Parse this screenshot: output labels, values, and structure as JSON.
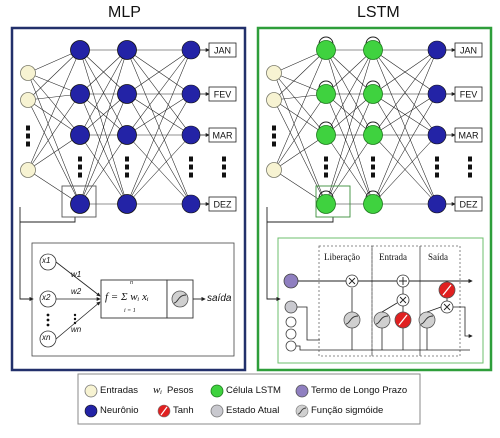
{
  "panels": {
    "mlp": {
      "title": "MLP",
      "outputs": [
        "JAN",
        "FEV",
        "MAR",
        "DEZ"
      ]
    },
    "lstm": {
      "title": "LSTM",
      "outputs": [
        "JAN",
        "FEV",
        "MAR",
        "DEZ"
      ]
    }
  },
  "mlp_neuron": {
    "inputs": [
      "x1",
      "x2",
      "xn"
    ],
    "weights": [
      "w1",
      "w2",
      "wn"
    ],
    "formula": "f = Σ wᵢ xᵢ",
    "sum_upper": "n",
    "sum_lower": "i = 1",
    "output_label": "saída"
  },
  "lstm_cell": {
    "sections": [
      "Liberação",
      "Entrada",
      "Saída"
    ]
  },
  "legend": {
    "inputs": "Entradas",
    "weights_symbol": "wᵢ",
    "weights": "Pesos",
    "lstm_cell": "Célula LSTM",
    "long_term": "Termo de Longo Prazo",
    "neuron": "Neurônio",
    "tanh": "Tanh",
    "current_state": "Estado Atual",
    "sigmoid": "Função sigmóide"
  },
  "colors": {
    "input_fill": "#f7f3d2",
    "neuron_fill": "#2323a6",
    "lstm_fill": "#3fd23f",
    "mlp_border": "#22306b",
    "lstm_border": "#2e9e3a",
    "long_term": "#8f7fc0",
    "tanh": "#e02020",
    "state": "#c9c9cf"
  }
}
